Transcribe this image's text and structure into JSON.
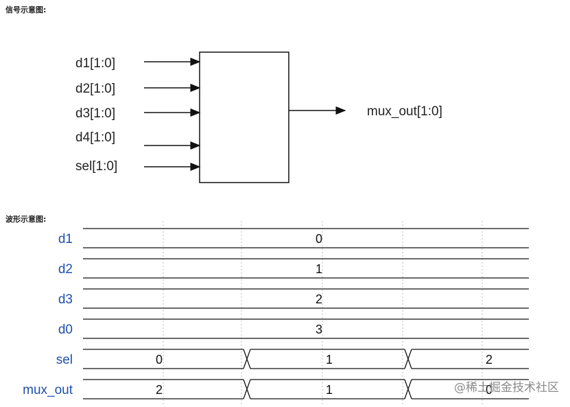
{
  "signal_section": {
    "title": "信号示意图:",
    "inputs": [
      "d1[1:0]",
      "d2[1:0]",
      "d3[1:0]",
      "d4[1:0]",
      "sel[1:0]"
    ],
    "output": "mux_out[1:0]"
  },
  "waveform_section": {
    "title": "波形示意图:",
    "signals": [
      {
        "name": "d1",
        "values": [
          "0"
        ]
      },
      {
        "name": "d2",
        "values": [
          "1"
        ]
      },
      {
        "name": "d3",
        "values": [
          "2"
        ]
      },
      {
        "name": "d0",
        "values": [
          "3"
        ]
      },
      {
        "name": "sel",
        "values": [
          "0",
          "1",
          "2"
        ]
      },
      {
        "name": "mux_out",
        "values": [
          "2",
          "1",
          "0"
        ]
      }
    ]
  },
  "watermark": "@稀土掘金技术社区",
  "colors": {
    "signal_name": "#1f4fb0",
    "line": "#111111",
    "grid": "#bbbbbb"
  }
}
